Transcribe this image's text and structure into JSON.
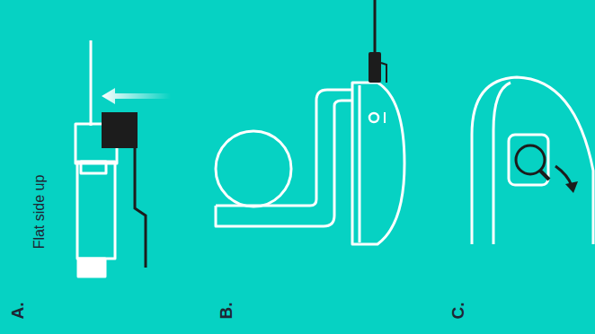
{
  "diagram": {
    "labels": [
      "Flat side up",
      "A.",
      "B.",
      "C."
    ]
  }
}
